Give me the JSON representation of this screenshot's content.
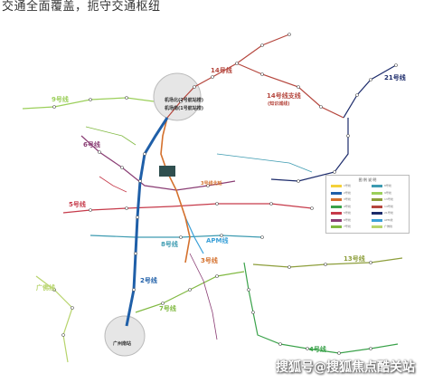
{
  "heading": "交通全面覆盖，扼守交通枢纽",
  "watermark": "搜狐号@搜狐焦点酷关站",
  "colors": {
    "line2": "#1f5fa8",
    "line3": "#d4702c",
    "line4": "#3aa24a",
    "line5": "#c63a4a",
    "line6": "#8a3d74",
    "line7": "#80b941",
    "line8": "#3d9bb1",
    "line9": "#9bcf5a",
    "line13": "#8d9e3b",
    "line14": "#b5463d",
    "line21": "#1c2b6b",
    "apm": "#3aa0d8",
    "guangfo": "#b7d46c",
    "accent_dark": "#2f4f4f"
  },
  "lines": {
    "l14": "14号线",
    "l14b": "14号线支线",
    "l14b_sub": "(知识城线)",
    "l21": "21号线",
    "l9": "9号线",
    "l6": "6号线",
    "l5": "5号线",
    "l8": "8号线",
    "l3": "3号线",
    "l2": "2号线",
    "l7": "7号线",
    "l4": "4号线",
    "l13": "13号线",
    "apm": "APM线",
    "guangfo": "广佛线",
    "l3b": "3号线北延"
  },
  "stations": {
    "top_a": "机场北(2号航站楼)",
    "top_b": "机场南(1号航站楼)",
    "bottom": "广州南站"
  },
  "legend": {
    "title": "图 例 说 明",
    "rows": [
      {
        "color": "#f4d13a",
        "text": "1号线"
      },
      {
        "color": "#1f5fa8",
        "text": "2号线"
      },
      {
        "color": "#d4702c",
        "text": "3号线"
      },
      {
        "color": "#3aa24a",
        "text": "4号线"
      },
      {
        "color": "#c63a4a",
        "text": "5号线"
      },
      {
        "color": "#8a3d74",
        "text": "6号线"
      },
      {
        "color": "#80b941",
        "text": "7号线"
      },
      {
        "color": "#3d9bb1",
        "text": "8号线"
      },
      {
        "color": "#9bcf5a",
        "text": "9号线"
      },
      {
        "color": "#8d9e3b",
        "text": "13号线"
      },
      {
        "color": "#b5463d",
        "text": "14号线"
      },
      {
        "color": "#1c2b6b",
        "text": "21号线"
      },
      {
        "color": "#3aa0d8",
        "text": "APM线"
      },
      {
        "color": "#b7d46c",
        "text": "广佛线"
      }
    ]
  }
}
